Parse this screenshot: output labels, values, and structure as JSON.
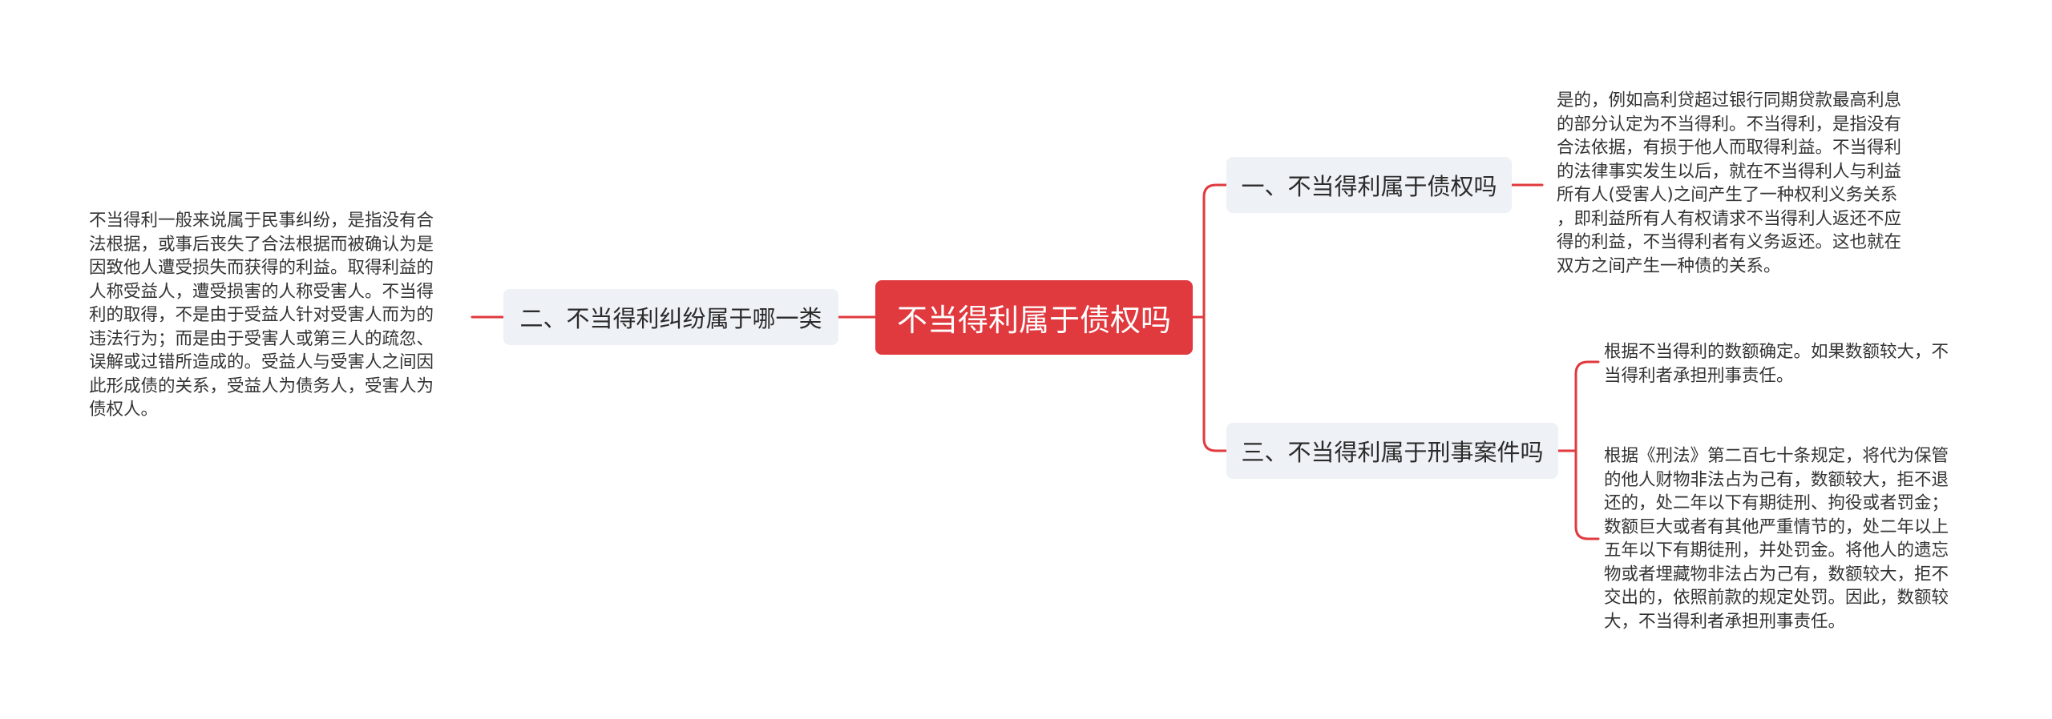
{
  "map": {
    "root": "不当得利属于债权吗",
    "branches": [
      {
        "title": "一、不当得利属于债权吗",
        "details": [
          "是的，例如高利贷超过银行同期贷款最高利息\n的部分认定为不当得利。不当得利，是指没有\n合法依据，有损于他人而取得利益。不当得利\n的法律事实发生以后，就在不当得利人与利益\n所有人(受害人)之间产生了一种权利义务关系\n，即利益所有人有权请求不当得利人返还不应\n得的利益，不当得利者有义务返还。这也就在\n双方之间产生一种债的关系。"
        ]
      },
      {
        "title": "二、不当得利纠纷属于哪一类",
        "details": [
          "不当得利一般来说属于民事纠纷，是指没有合\n法根据，或事后丧失了合法根据而被确认为是\n因致他人遭受损失而获得的利益。取得利益的\n人称受益人，遭受损害的人称受害人。不当得\n利的取得，不是由于受益人针对受害人而为的\n违法行为；而是由于受害人或第三人的疏忽、\n误解或过错所造成的。受益人与受害人之间因\n此形成债的关系，受益人为债务人，受害人为\n债权人。"
        ]
      },
      {
        "title": "三、不当得利属于刑事案件吗",
        "details": [
          "根据不当得利的数额确定。如果数额较大，不\n当得利者承担刑事责任。",
          "根据《刑法》第二百七十条规定，将代为保管\n的他人财物非法占为己有，数额较大，拒不退\n还的，处二年以下有期徒刑、拘役或者罚金；\n数额巨大或者有其他严重情节的，处二年以上\n五年以下有期徒刑，并处罚金。将他人的遗忘\n物或者埋藏物非法占为己有，数额较大，拒不\n交出的，依照前款的规定处罚。因此，数额较\n大，不当得利者承担刑事责任。"
        ]
      }
    ]
  },
  "colors": {
    "root_fill": "#e0393e",
    "connector": "#e0393e",
    "topic_fill": "#eef1f5",
    "text": "#333333"
  }
}
